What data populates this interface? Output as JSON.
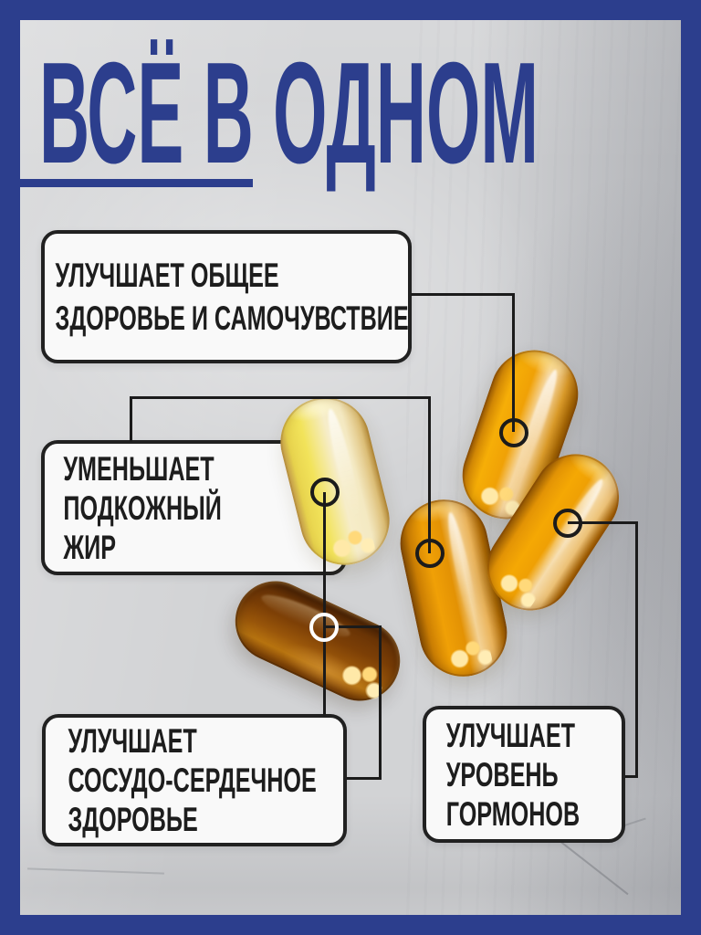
{
  "title": {
    "text": "ВСЁ В ОДНОМ"
  },
  "callouts": [
    {
      "id": "general-health",
      "lines": [
        "УЛУЧШАЕТ ОБЩЕЕ",
        "ЗДОРОВЬЕ И САМОЧУВСТВИЕ"
      ]
    },
    {
      "id": "subcutaneous-fat",
      "lines": [
        "УМЕНЬШАЕТ",
        "ПОДКОЖНЫЙ",
        "ЖИР"
      ]
    },
    {
      "id": "cardiovascular",
      "lines": [
        "УЛУЧШАЕТ",
        "СОСУДО-СЕРДЕЧНОЕ",
        "ЗДОРОВЬЕ"
      ]
    },
    {
      "id": "hormones",
      "lines": [
        "УЛУЧШАЕТ",
        "УРОВЕНЬ",
        "ГОРМОНОВ"
      ]
    }
  ],
  "capsules": [
    {
      "name": "golden-capsule-top-right"
    },
    {
      "name": "pale-yellow-capsule"
    },
    {
      "name": "amber-capsule-middle"
    },
    {
      "name": "golden-capsule-right"
    },
    {
      "name": "dark-brown-capsule"
    }
  ],
  "colors": {
    "frame_blue": "#2c3e8d",
    "title_blue": "#2c3e8d",
    "box_background": "#f9f9f9",
    "box_border": "#212121",
    "text_black": "#1d1d1d",
    "connector_black": "#1b1b1b",
    "marker_white": "#ffffff",
    "background_gray": "#d2d3d5"
  }
}
